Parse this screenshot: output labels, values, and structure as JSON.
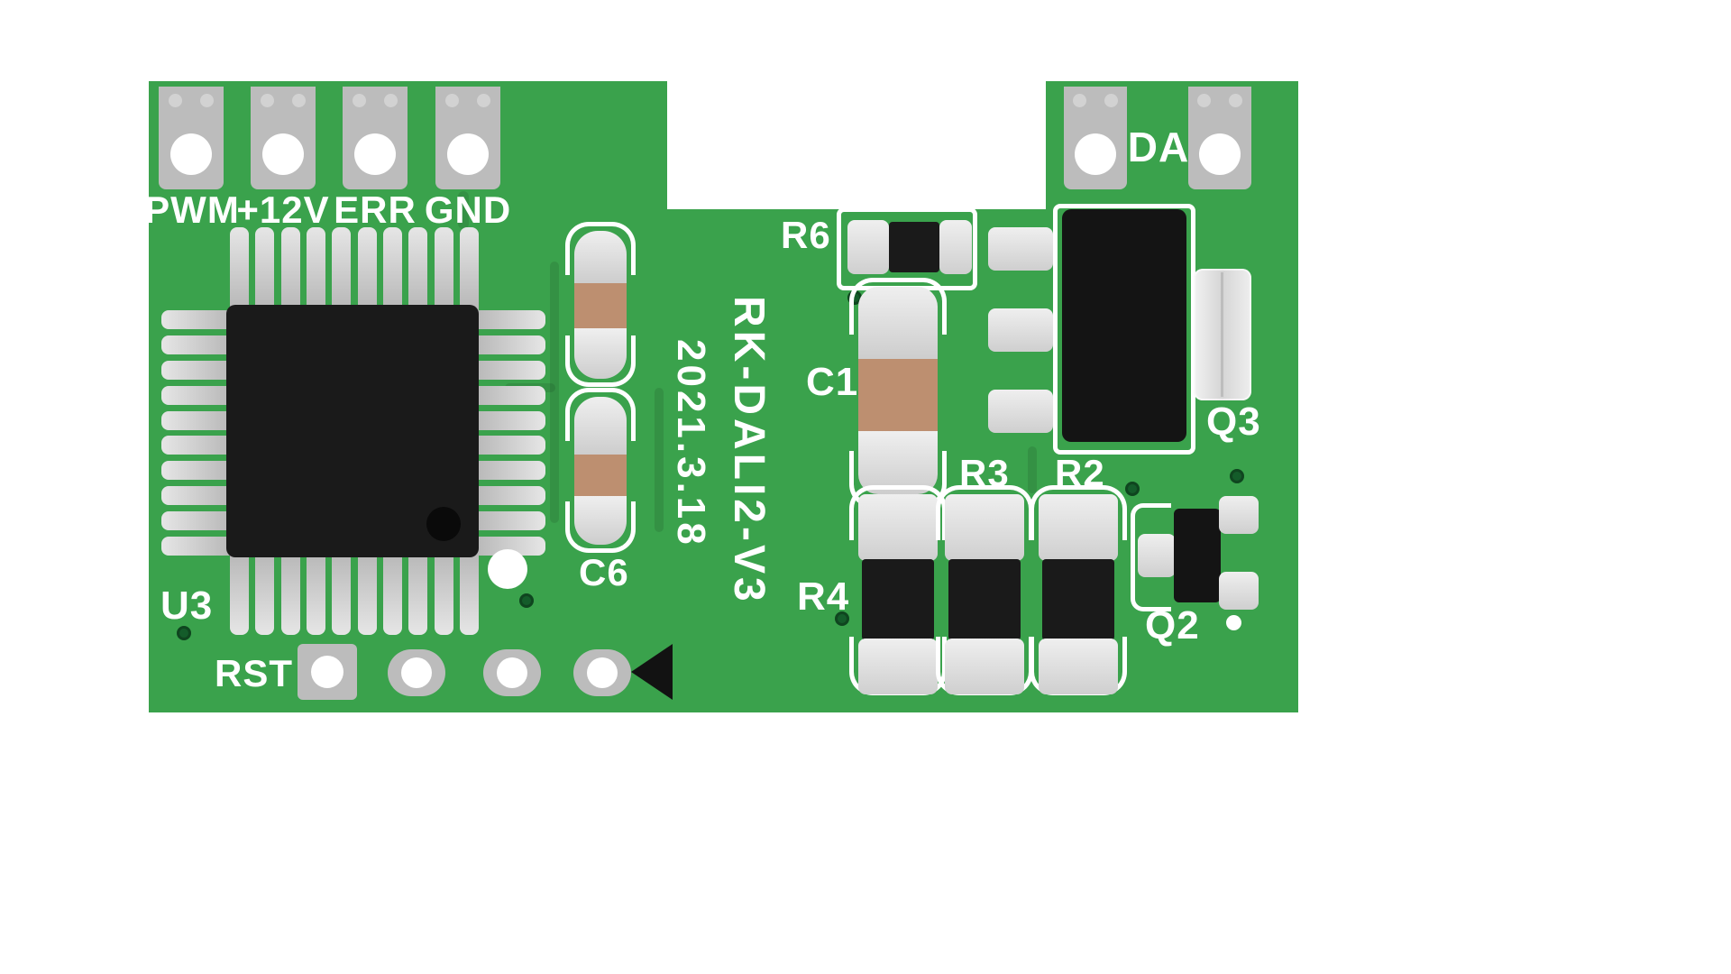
{
  "pcb": {
    "connectors_top_left": [
      {
        "label": "PWM"
      },
      {
        "label": "+12V"
      },
      {
        "label": "ERR"
      },
      {
        "label": "GND"
      }
    ],
    "connector_top_right": {
      "label": "DA"
    },
    "silkscreen": {
      "model": "RK-DALI2-V3",
      "date": "2021.3.18"
    },
    "refdes": {
      "u3": "U3",
      "c6": "C6",
      "c1": "C1",
      "r6": "R6",
      "r4": "R4",
      "r3": "R3",
      "r2": "R2",
      "q3": "Q3",
      "q2": "Q2",
      "rst": "RST"
    },
    "colors": {
      "board_green": "#3aa24c",
      "silkscreen_white": "#ffffff",
      "pad_gray": "#bcbcbc",
      "hole_white": "#ffffff",
      "ic_black": "#1a1a1a",
      "capacitor_band_tan": "#bd8f70",
      "solder_gray": "#e0e0e0"
    }
  }
}
